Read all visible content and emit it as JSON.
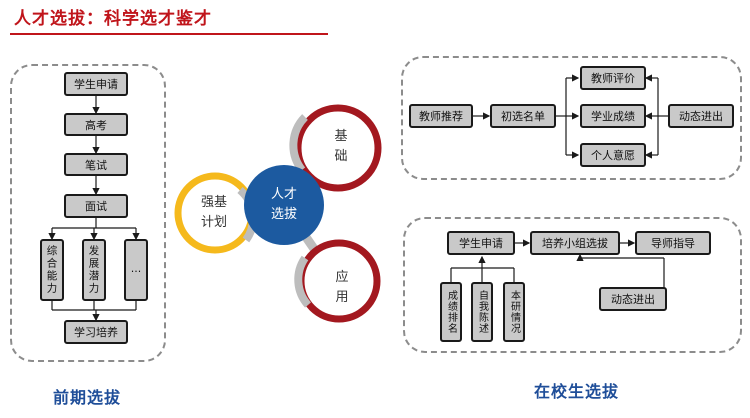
{
  "title": "人才选拔：科学选才鉴才",
  "left_panel": {
    "steps": [
      "学生申请",
      "高考",
      "笔试",
      "面试"
    ],
    "branches": [
      "综合能力",
      "发展潜力",
      "…"
    ],
    "final": "学习培养",
    "caption": "前期选拔"
  },
  "center": {
    "hub_line1": "人才",
    "hub_line2": "选拔",
    "petals": {
      "left_line1": "强基",
      "left_line2": "计划",
      "top_line1": "基",
      "top_line2": "础",
      "bottom_line1": "应",
      "bottom_line2": "用"
    }
  },
  "top_right": {
    "teacher_recommend": "教师推荐",
    "shortlist": "初选名单",
    "criteria": [
      "教师评价",
      "学业成绩",
      "个人意愿"
    ],
    "dynamic": "动态进出"
  },
  "bottom_right": {
    "apply": "学生申请",
    "group_select": "培养小组选拔",
    "mentor": "导师指导",
    "dynamic": "动态进出",
    "inputs": [
      "成绩排名",
      "自我陈述",
      "本研情况"
    ],
    "caption": "在校生选拔"
  },
  "colors": {
    "title": "#c0151b",
    "hub": "#1c5aa0",
    "ring_red": "#a3181f",
    "ring_yellow": "#f5b91c",
    "caption": "#1f4e99"
  }
}
